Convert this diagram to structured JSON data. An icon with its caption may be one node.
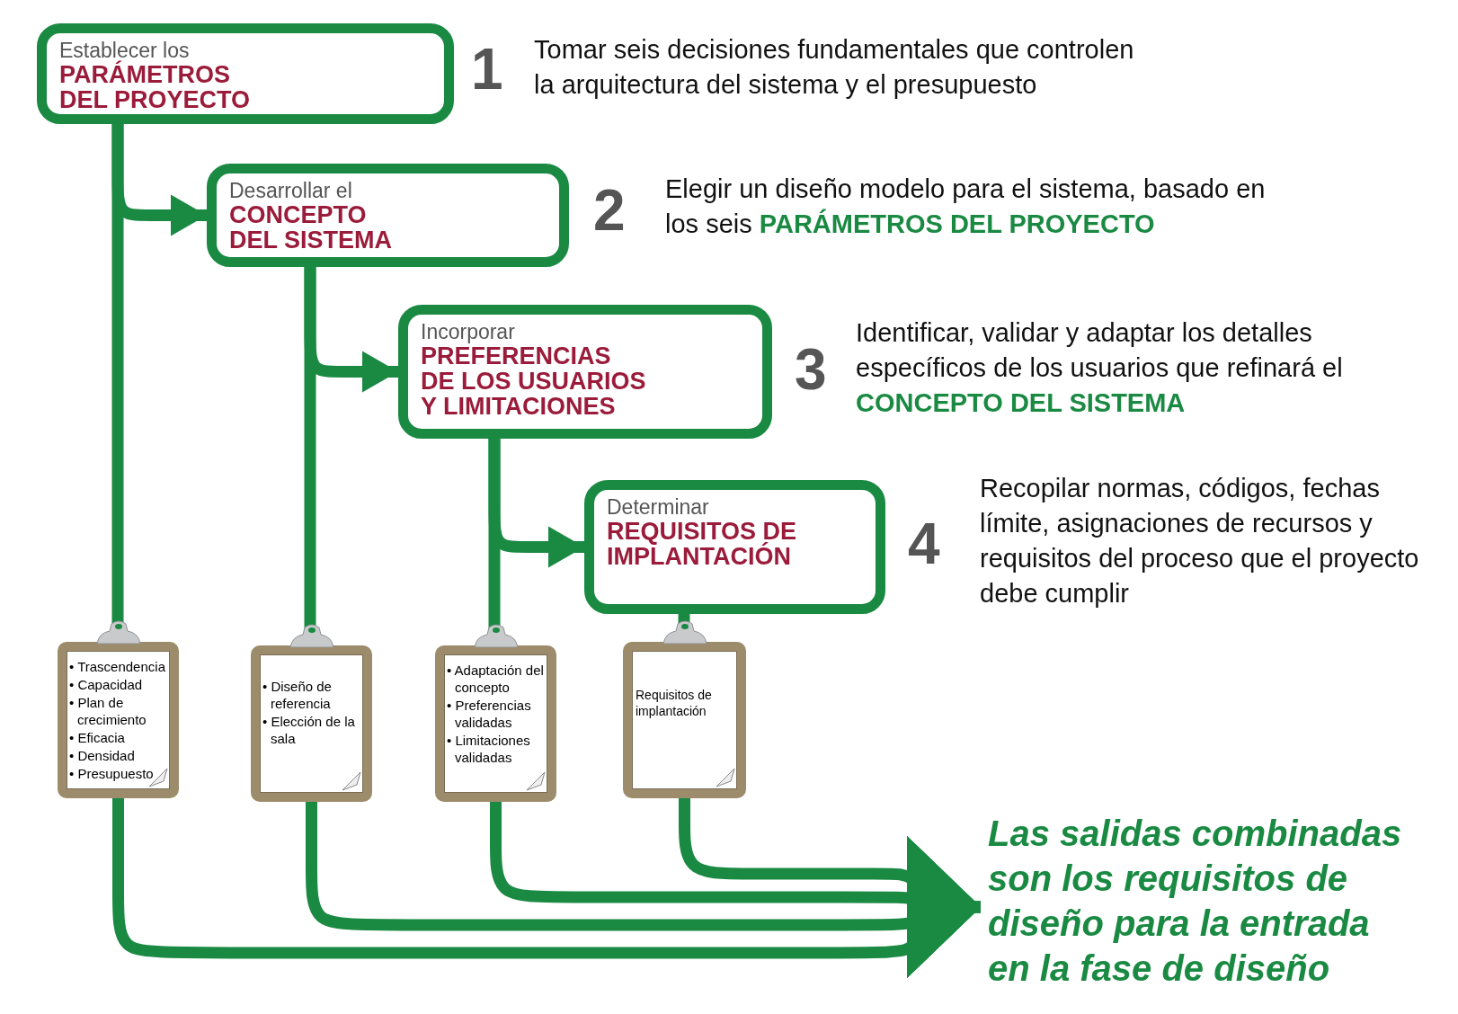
{
  "diagram": {
    "nodes": [
      {
        "text": [
          "Establecer los",
          "PARÁMETROS DEL PROYECTO"
        ],
        "beside": [
          "1",
          "Tomar seis decisiones fundamentales que controlen la arquitectura del sistema y el presupuesto"
        ]
      },
      {
        "text": [
          "Desarrollar el",
          "CONCEPTO DEL SISTEMA"
        ],
        "beside": [
          "2",
          "Elegir un diseño modelo para el sistema, basado en los seis **PARÁMETROS DEL PROYECTO**"
        ]
      },
      {
        "text": [
          "Incorporar",
          "PREFERENCIAS DE LOS USUARIOS Y LIMITACIONES"
        ],
        "beside": [
          "3",
          "Identificar, validar y adaptar los detalles específicos de los usuarios que refinará el **CONCEPTO DEL SISTEMA**"
        ]
      },
      {
        "text": [
          "Determinar",
          "REQUISITOS DE IMPLANTACIÓN"
        ],
        "beside": [
          "4",
          "Recopilar normas, códigos, fechas límite, asignaciones de recursos y requisitos del proceso que el proyecto debe cumplir"
        ]
      },
      {
        "text": [
          "• Trascendencia",
          "• Capacidad",
          "• Plan de crecimiento",
          "• Eficacia",
          "• Densidad",
          "• Presupuesto"
        ]
      },
      {
        "text": [
          "• Diseño de referencia",
          "• Elección de la sala"
        ]
      },
      {
        "text": [
          "• Adaptación del concepto",
          "• Preferencias validadas",
          "• Limitaciones validadas"
        ]
      },
      {
        "text": [
          "Requisitos de implantación"
        ]
      },
      {
        "text": [
          "Las salidas combinadas son los requisitos de diseño para la entrada en la fase de diseño"
        ]
      }
    ],
    "edges": [
      {
        "from": 0,
        "to": 1,
        "arrow": "to"
      },
      {
        "from": 1,
        "to": 2,
        "arrow": "to"
      },
      {
        "from": 2,
        "to": 3,
        "arrow": "to"
      },
      {
        "from": 0,
        "to": 4,
        "arrow": "none"
      },
      {
        "from": 1,
        "to": 5,
        "arrow": "none"
      },
      {
        "from": 2,
        "to": 6,
        "arrow": "none"
      },
      {
        "from": 3,
        "to": 7,
        "arrow": "none"
      },
      {
        "from": 4,
        "to": 8,
        "arrow": "to"
      },
      {
        "from": 5,
        "to": 8,
        "arrow": "to"
      },
      {
        "from": 6,
        "to": 8,
        "arrow": "to"
      },
      {
        "from": 7,
        "to": 8,
        "arrow": "to"
      }
    ]
  }
}
